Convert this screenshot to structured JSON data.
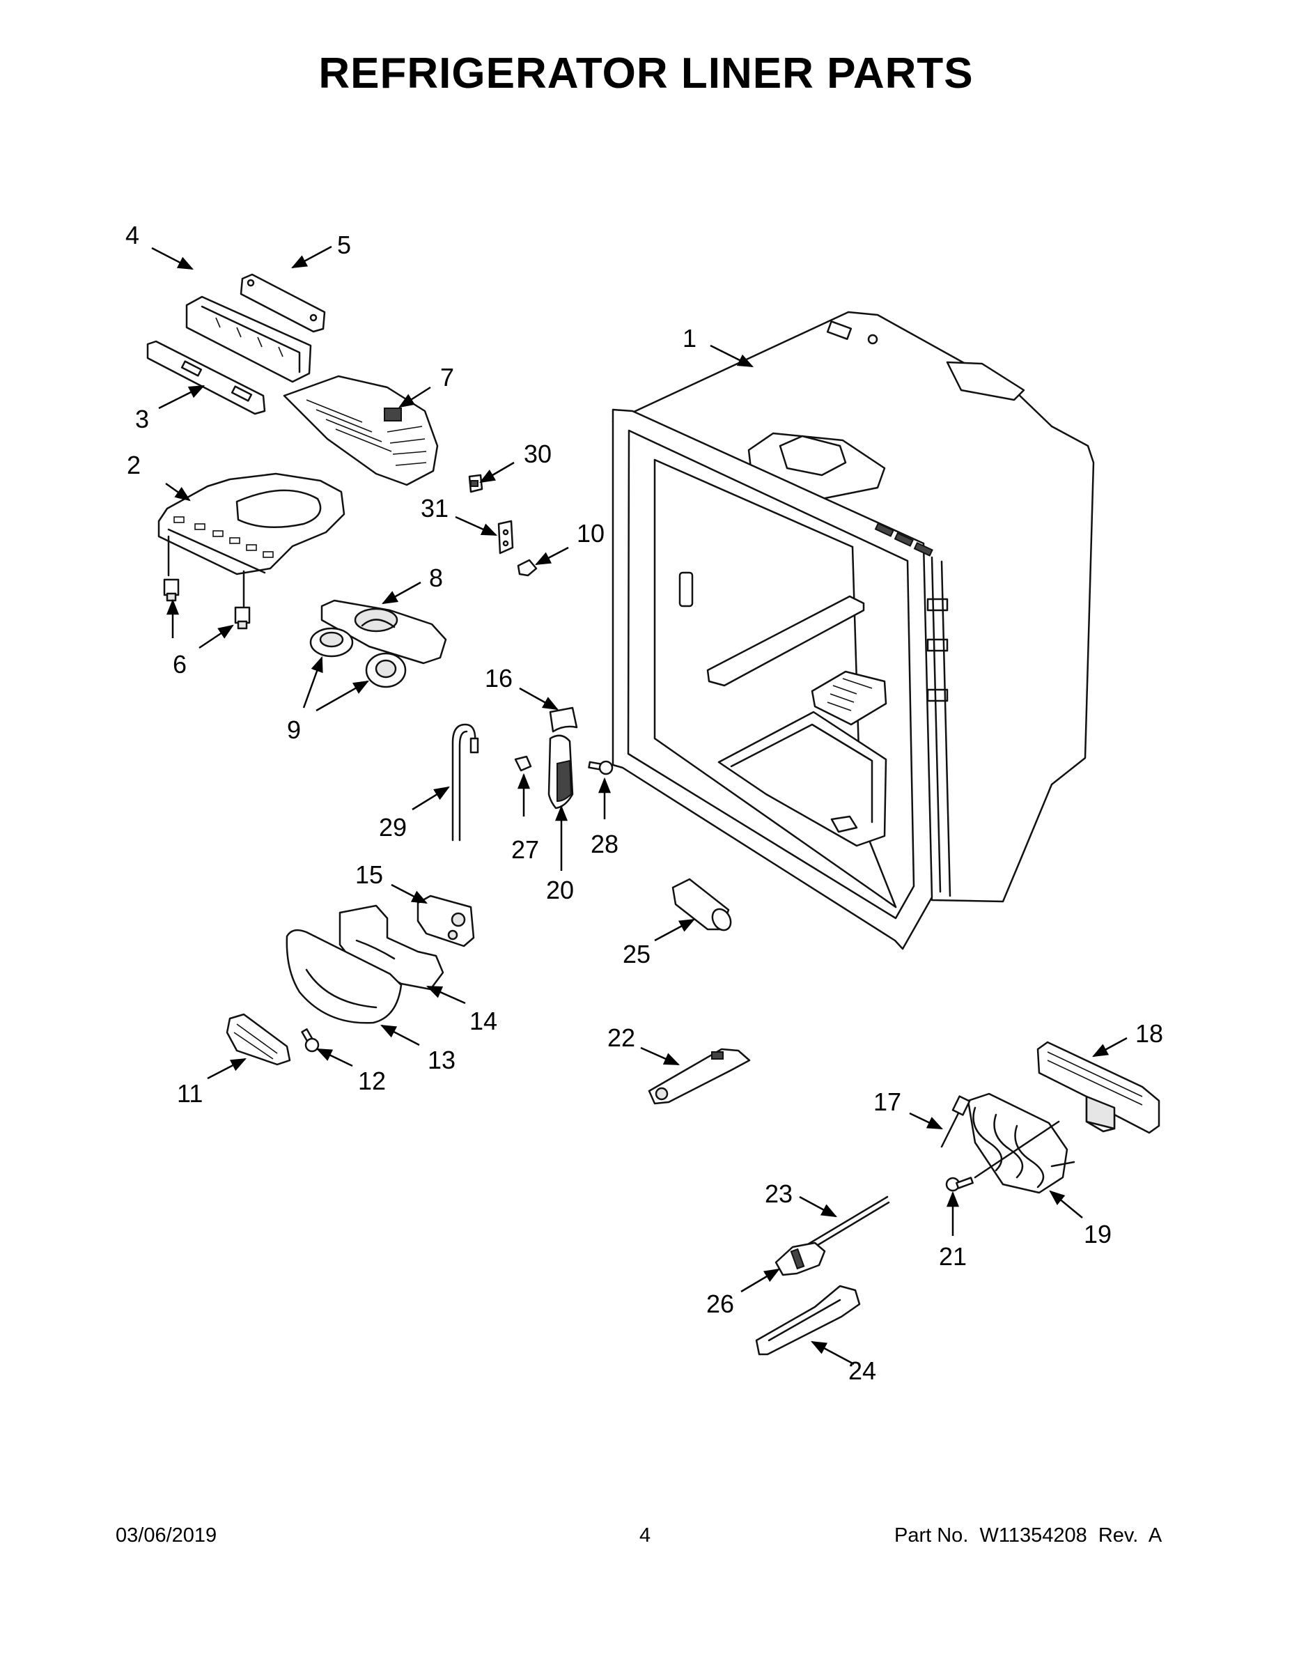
{
  "title": "REFRIGERATOR LINER PARTS",
  "footer": {
    "date": "03/06/2019",
    "page": "4",
    "part_no": "Part No.  W11354208  Rev.  A"
  },
  "callouts": {
    "c1": "1",
    "c2": "2",
    "c3": "3",
    "c4": "4",
    "c5": "5",
    "c6": "6",
    "c7": "7",
    "c8": "8",
    "c9": "9",
    "c10": "10",
    "c11": "11",
    "c12": "12",
    "c13": "13",
    "c14": "14",
    "c15": "15",
    "c16": "16",
    "c17": "17",
    "c18": "18",
    "c19": "19",
    "c20": "20",
    "c21": "21",
    "c22": "22",
    "c23": "23",
    "c24": "24",
    "c25": "25",
    "c26": "26",
    "c27": "27",
    "c28": "28",
    "c29": "29",
    "c30": "30",
    "c31": "31"
  }
}
